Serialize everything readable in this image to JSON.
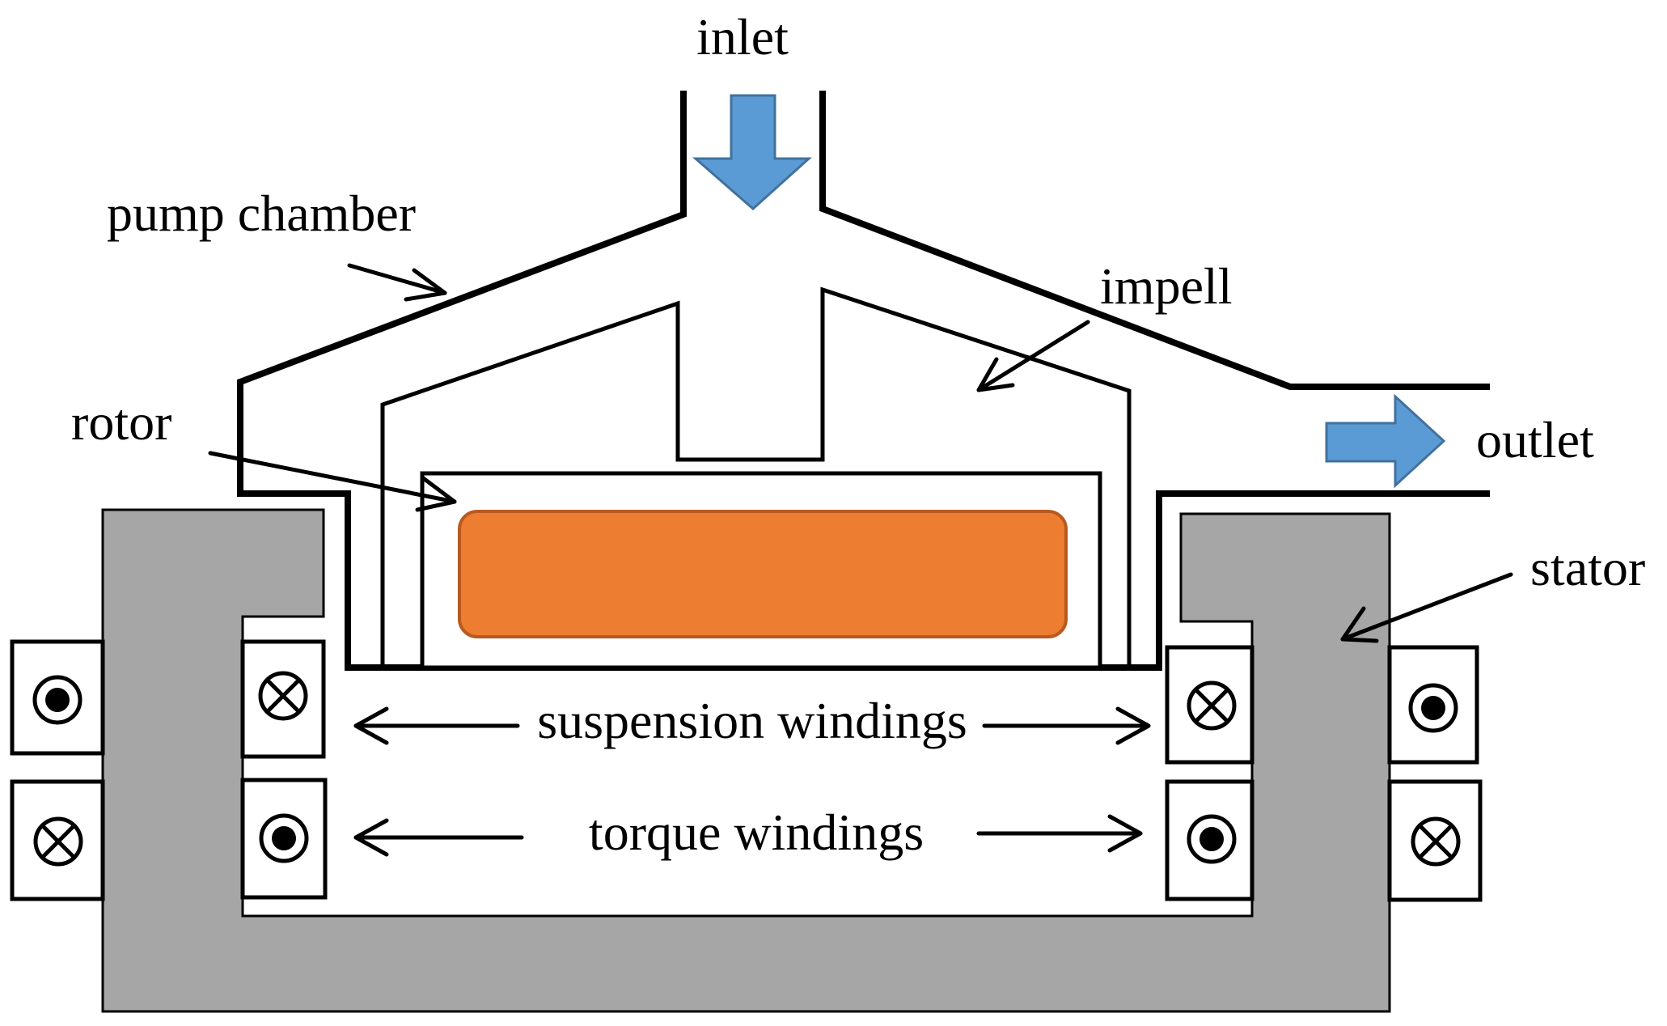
{
  "labels": {
    "inlet": "inlet",
    "outlet": "outlet",
    "pump_chamber": "pump chamber",
    "impell": "impell",
    "rotor": "rotor",
    "stator": "stator",
    "suspension_windings": "suspension windings",
    "torque_windings": "torque windings"
  },
  "colors": {
    "stator": "#a6a6a6",
    "rotor_magnet": "#ed7d31",
    "rotor_magnet_border": "#b85a20",
    "flow_arrow": "#5b9bd5",
    "flow_arrow_border": "#41719c",
    "outline": "#000000"
  },
  "icons": {
    "current_out": "circle-dot-icon",
    "current_in": "circle-cross-icon"
  }
}
